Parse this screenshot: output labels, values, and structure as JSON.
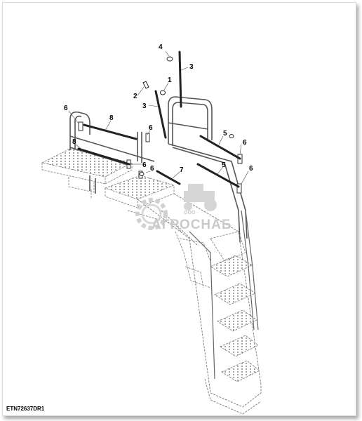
{
  "drawing_code": "ETN72637DR1",
  "watermark": {
    "company_prefix": "ООО",
    "company_name": "АГРОСНАБ"
  },
  "callouts": [
    "4",
    "3",
    "1",
    "2",
    "3",
    "6",
    "8",
    "6",
    "8",
    "6",
    "6",
    "7",
    "5",
    "6",
    "5",
    "6"
  ],
  "colors": {
    "line": "#555555",
    "dashed": "#777777",
    "part": "#222222",
    "watermark": "#c8c8c8"
  }
}
